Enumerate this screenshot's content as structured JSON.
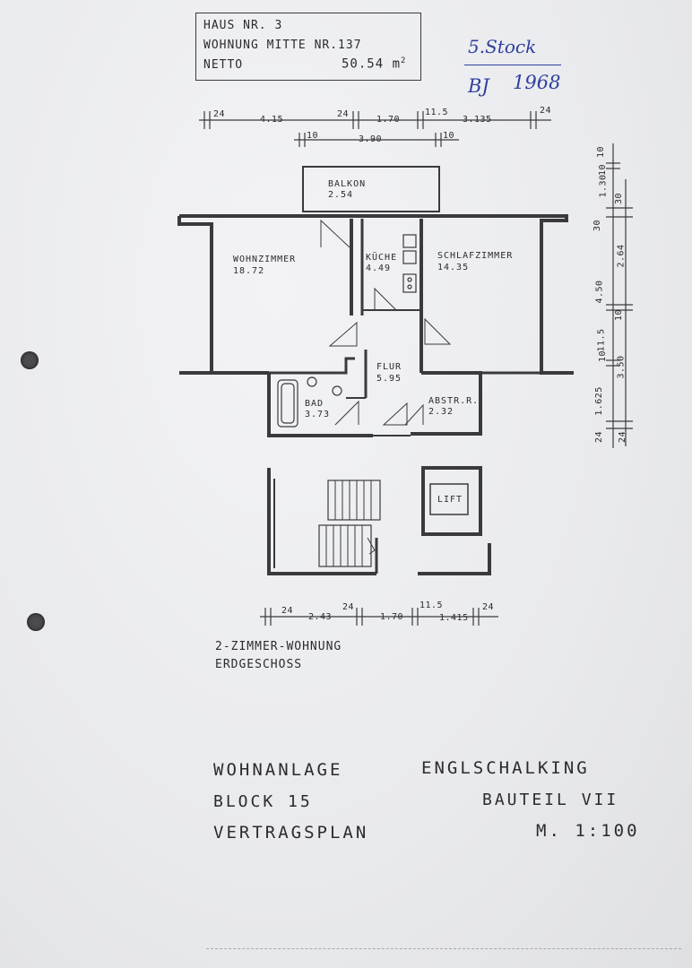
{
  "header": {
    "haus": "HAUS  NR. 3",
    "wohnung": "WOHNUNG  MITTE  NR.137",
    "netto_label": "NETTO",
    "netto_value": "50.54 m",
    "netto_sup": "2"
  },
  "annotation": {
    "stock": "5.Stock",
    "baujahr_label": "BJ",
    "baujahr": "1968"
  },
  "dimensions_top": {
    "row1": [
      "24",
      "4.15",
      "24",
      "1.70",
      "11.5",
      "3.135",
      "24"
    ],
    "row2": [
      "10",
      "3.90",
      "10"
    ]
  },
  "dimensions_right": [
    "10",
    "1.30",
    "10",
    "30",
    "30",
    "2.64",
    "4.50",
    "10",
    "10",
    "11.5",
    "3.50",
    "1.625",
    "24",
    "24"
  ],
  "rooms": [
    {
      "name": "BALKON",
      "area": "2.54"
    },
    {
      "name": "WOHNZIMMER",
      "area": "18.72"
    },
    {
      "name": "KÜCHE",
      "area": "4.49"
    },
    {
      "name": "SCHLAFZIMMER",
      "area": "14.35"
    },
    {
      "name": "FLUR",
      "area": "5.95"
    },
    {
      "name": "BAD",
      "area": "3.73"
    },
    {
      "name": "ABSTR.R.",
      "area": "2.32"
    },
    {
      "name": "LIFT",
      "area": ""
    }
  ],
  "dimensions_bottom": [
    "24",
    "2.43",
    "24",
    "1.70",
    "11.5",
    "1.415",
    "24"
  ],
  "plan_title": {
    "line1": "2-ZIMMER-WOHNUNG",
    "line2": "ERDGESCHOSS"
  },
  "footer": {
    "project": "WOHNANLAGE",
    "location": "ENGLSCHALKING",
    "block": "BLOCK  15",
    "bauteil": "BAUTEIL  VII",
    "plan": "VERTRAGSPLAN",
    "scale": "M. 1:100"
  }
}
